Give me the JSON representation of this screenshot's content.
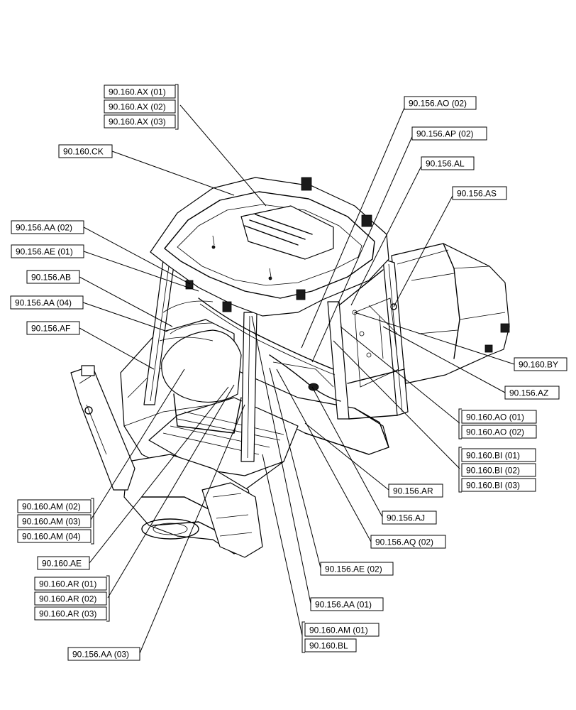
{
  "callouts": [
    {
      "id": "ax",
      "labels": [
        "90.160.AX (01)",
        "90.160.AX (02)",
        "90.160.AX (03)"
      ]
    },
    {
      "id": "ck",
      "labels": [
        "90.160.CK"
      ]
    },
    {
      "id": "ao2",
      "labels": [
        "90.156.AO (02)"
      ]
    },
    {
      "id": "ap2",
      "labels": [
        "90.156.AP (02)"
      ]
    },
    {
      "id": "al",
      "labels": [
        "90.156.AL"
      ]
    },
    {
      "id": "as",
      "labels": [
        "90.156.AS"
      ]
    },
    {
      "id": "aa2",
      "labels": [
        "90.156.AA (02)"
      ]
    },
    {
      "id": "ae1",
      "labels": [
        "90.156.AE (01)"
      ]
    },
    {
      "id": "ab",
      "labels": [
        "90.156.AB"
      ]
    },
    {
      "id": "aa4",
      "labels": [
        "90.156.AA (04)"
      ]
    },
    {
      "id": "af",
      "labels": [
        "90.156.AF"
      ]
    },
    {
      "id": "by",
      "labels": [
        "90.160.BY"
      ]
    },
    {
      "id": "az",
      "labels": [
        "90.156.AZ"
      ]
    },
    {
      "id": "ao",
      "labels": [
        "90.160.AO (01)",
        "90.160.AO (02)"
      ]
    },
    {
      "id": "bi",
      "labels": [
        "90.160.BI (01)",
        "90.160.BI (02)",
        "90.160.BI (03)"
      ]
    },
    {
      "id": "ar",
      "labels": [
        "90.156.AR"
      ]
    },
    {
      "id": "aj",
      "labels": [
        "90.156.AJ"
      ]
    },
    {
      "id": "aq2",
      "labels": [
        "90.156.AQ (02)"
      ]
    },
    {
      "id": "ae2",
      "labels": [
        "90.156.AE (02)"
      ]
    },
    {
      "id": "aa1",
      "labels": [
        "90.156.AA (01)"
      ]
    },
    {
      "id": "am1bl",
      "labels": [
        "90.160.AM (01)",
        "90.160.BL"
      ]
    },
    {
      "id": "am",
      "labels": [
        "90.160.AM (02)",
        "90.160.AM (03)",
        "90.160.AM (04)"
      ]
    },
    {
      "id": "ae",
      "labels": [
        "90.160.AE"
      ]
    },
    {
      "id": "ar160",
      "labels": [
        "90.160.AR (01)",
        "90.160.AR (02)",
        "90.160.AR (03)"
      ]
    },
    {
      "id": "aa3",
      "labels": [
        "90.156.AA (03)"
      ]
    }
  ]
}
